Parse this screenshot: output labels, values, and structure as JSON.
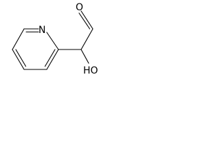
{
  "molecule": {
    "atoms": {
      "nitrogen": "N",
      "aldehyde_oxygen": "O",
      "hydroxyl": "HO"
    }
  },
  "colors": {
    "bond": "#000000",
    "background": "#ffffff"
  }
}
